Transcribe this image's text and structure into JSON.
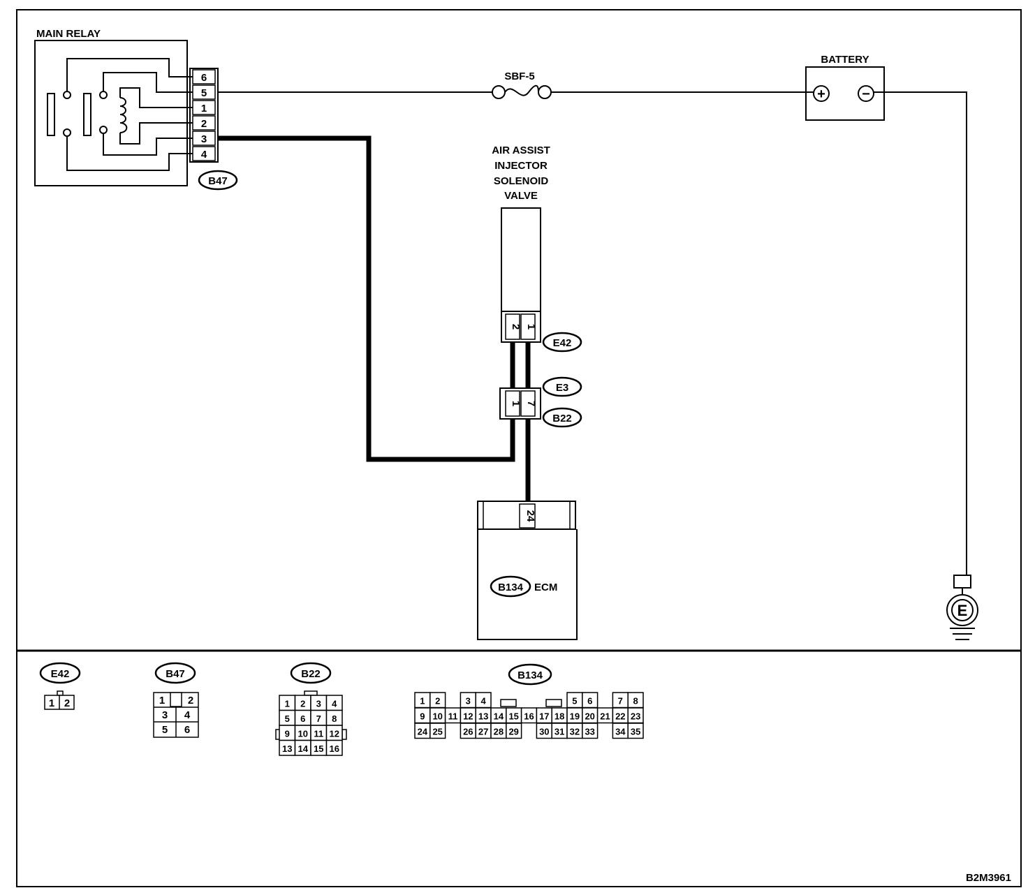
{
  "labels": {
    "main_relay": "MAIN RELAY",
    "battery": "BATTERY",
    "fuse": "SBF-5",
    "solenoid": [
      "AIR ASSIST",
      "INJECTOR",
      "SOLENOID",
      "VALVE"
    ],
    "ecm": "ECM",
    "figure_code": "B2M3961"
  },
  "connectors": {
    "b47": "B47",
    "e42": "E42",
    "e3": "E3",
    "b22": "B22",
    "b134": "B134",
    "ground": "E"
  },
  "relay_pins": [
    "6",
    "5",
    "1",
    "2",
    "3",
    "4"
  ],
  "e42_pins": [
    "2",
    "1"
  ],
  "e3_pins": [
    "1",
    "7"
  ],
  "ecm_pin": "24",
  "battery_terminals": {
    "positive": "+",
    "negative": "−"
  },
  "legend": {
    "e42": {
      "title": "E42",
      "cells": [
        "1",
        "2"
      ]
    },
    "b47": {
      "title": "B47",
      "cells": [
        "1",
        "2",
        "3",
        "4",
        "5",
        "6"
      ]
    },
    "b22": {
      "title": "B22",
      "cells": [
        "1",
        "2",
        "3",
        "4",
        "5",
        "6",
        "7",
        "8",
        "9",
        "10",
        "11",
        "12",
        "13",
        "14",
        "15",
        "16"
      ]
    },
    "b134": {
      "title": "B134",
      "cells": [
        "1",
        "2",
        "3",
        "4",
        "5",
        "6",
        "7",
        "8",
        "9",
        "10",
        "11",
        "12",
        "13",
        "14",
        "15",
        "16",
        "17",
        "18",
        "19",
        "20",
        "21",
        "22",
        "23",
        "24",
        "25",
        "26",
        "27",
        "28",
        "29",
        "30",
        "31",
        "32",
        "33",
        "34",
        "35"
      ]
    }
  }
}
